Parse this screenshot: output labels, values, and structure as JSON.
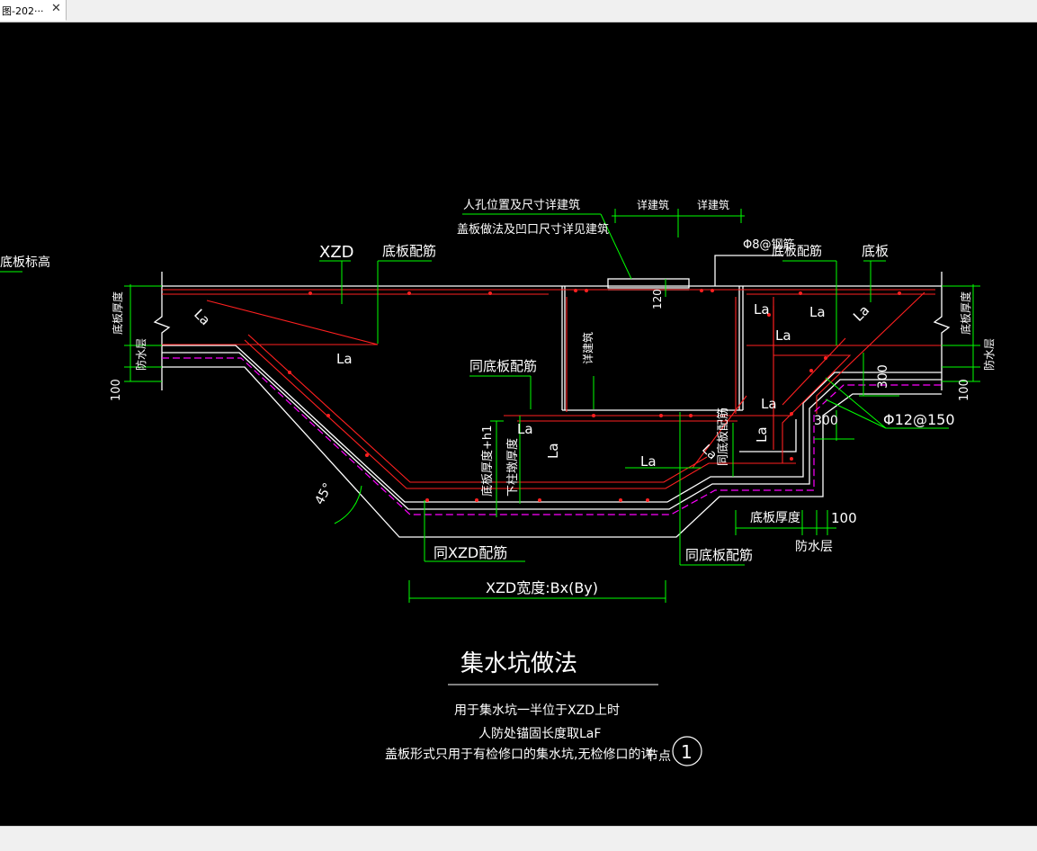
{
  "tab": {
    "title": "图-202···",
    "close": "✕"
  },
  "drawing": {
    "label_pit_elev": "底板标高",
    "manhole_note_1": "人孔位置及尺寸详建筑",
    "manhole_note_2": "盖板做法及凹口尺寸详见建筑",
    "see_arch_1": "详建筑",
    "see_arch_2": "详建筑",
    "xzd": "XZD",
    "slab_rebar_left": "底板配筋",
    "phi8_label": "Φ8@钢筋",
    "slab_rebar_right": "底板配筋",
    "slab_right": "底板",
    "slab_thick_left": "底板厚度",
    "waterproof_left": "防水层",
    "dim_100_left": "100",
    "slab_thick_right": "底板厚度",
    "waterproof_right": "防水层",
    "dim_100_right": "100",
    "la": "La",
    "dim_120": "120",
    "see_arch_vert": "详建筑",
    "same_slab_rebar_mid": "同底板配筋",
    "slab_thick_h1": "底板厚度+h1",
    "lower_column_thick": "下柱墩厚度",
    "same_slab_vert": "同底板配筋",
    "dim_300": "300",
    "dim_300_b": "300",
    "phi12": "Φ12@150",
    "angle_45": "45°",
    "same_xzd_rebar": "同XZD配筋",
    "same_slab_rebar_bottom": "同底板配筋",
    "slab_thick_bottom": "底板厚度",
    "dim_100_bottom": "100",
    "waterproof_bottom": "防水层",
    "xzd_width": "XZD宽度:Bx(By)",
    "main_title": "集水坑做法",
    "note_1": "用于集水坑一半位于XZD上时",
    "note_2": "人防处锚固长度取LaF",
    "note_3": "盖板形式只用于有检修口的集水坑,无检修口的详",
    "node_label": "节点",
    "node_number": "1"
  },
  "colors": {
    "line_red": "#ff2020",
    "line_white": "#ffffff",
    "line_green": "#00ff00",
    "line_magenta": "#ff00ff",
    "text_white": "#ffffff"
  }
}
